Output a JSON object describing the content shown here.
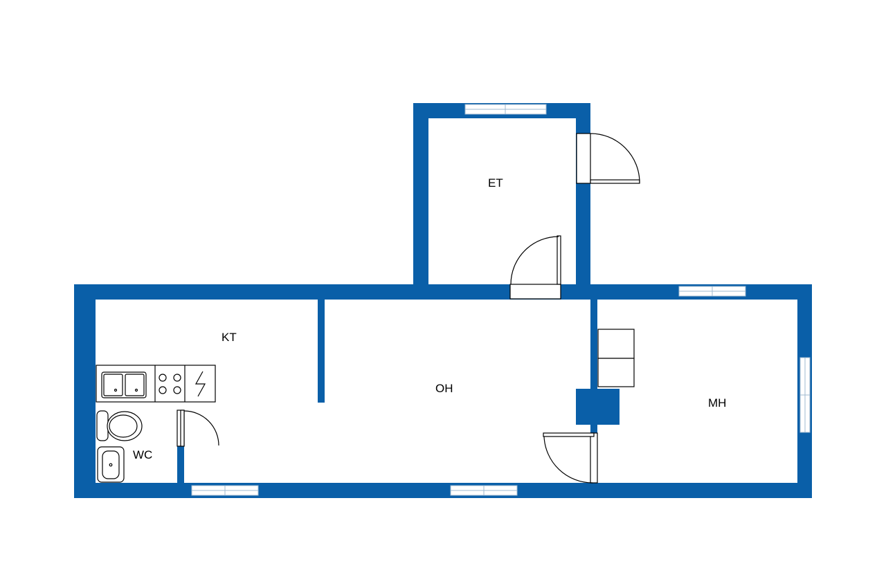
{
  "colors": {
    "wall": "#0a5fa8",
    "background": "#ffffff",
    "line": "#000000",
    "window_frame": "#9fb8cf"
  },
  "rooms": {
    "et": "ET",
    "kt": "KT",
    "oh": "OH",
    "mh": "MH",
    "wc": "WC"
  },
  "fixtures": [
    "sink-icon",
    "stove-icon",
    "oven-icon",
    "toilet-icon",
    "washbasin-icon",
    "wardrobe-icon"
  ]
}
